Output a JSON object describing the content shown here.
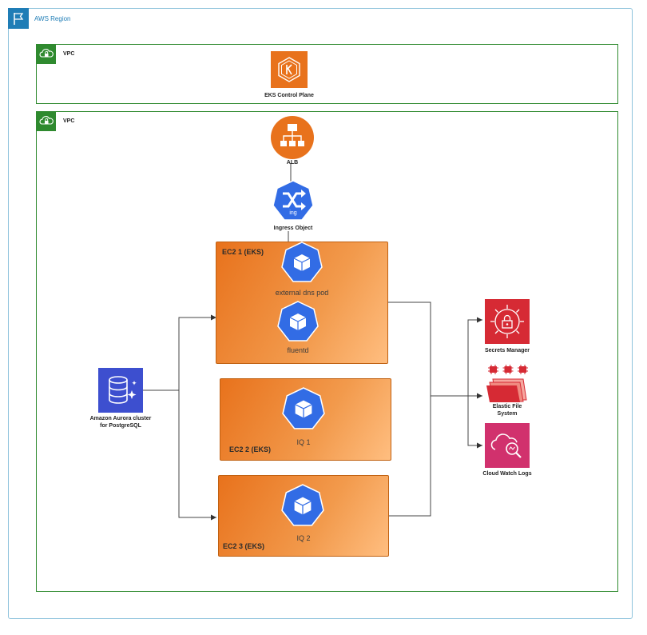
{
  "region": {
    "label": "AWS Region"
  },
  "vpc_top": {
    "label": "VPC",
    "eks": {
      "label": "EKS Control Plane"
    }
  },
  "vpc_main": {
    "label": "VPC",
    "alb": {
      "label": "ALB"
    },
    "ingress": {
      "label": "Ingress Object",
      "badge": "ing"
    },
    "ec2_1": {
      "label": "EC2 1 (EKS)",
      "pods": [
        "external dns pod",
        "fluentd"
      ]
    },
    "ec2_2": {
      "label": "EC2 2 (EKS)",
      "pods": [
        "IQ 1"
      ]
    },
    "ec2_3": {
      "label": "EC2 3 (EKS)",
      "pods": [
        "IQ 2"
      ]
    },
    "aurora": {
      "label_line1": "Amazon Aurora cluster",
      "label_line2": "for PostgreSQL"
    },
    "secrets": {
      "label": "Secrets Manager"
    },
    "efs": {
      "label_line1": "Elastic File",
      "label_line2": "System"
    },
    "cloudwatch": {
      "label": "Cloud Watch Logs"
    }
  },
  "colors": {
    "region_blue": "#1f7db6",
    "vpc_green": "#2f8a2f",
    "ec2_orange": "#e8721c",
    "k8s_blue": "#326ce5",
    "aurora_indigo": "#3d4fcf",
    "secrets_red": "#d62a34",
    "cloudwatch_pink": "#d1316d"
  },
  "icons": [
    "flag-icon",
    "cloud-lock-icon",
    "kubernetes-icon",
    "load-balancer-icon",
    "shuffle-icon",
    "cube-icon",
    "database-icon",
    "lock-icon",
    "chip-icon",
    "folder-icon",
    "magnifier-icon"
  ]
}
